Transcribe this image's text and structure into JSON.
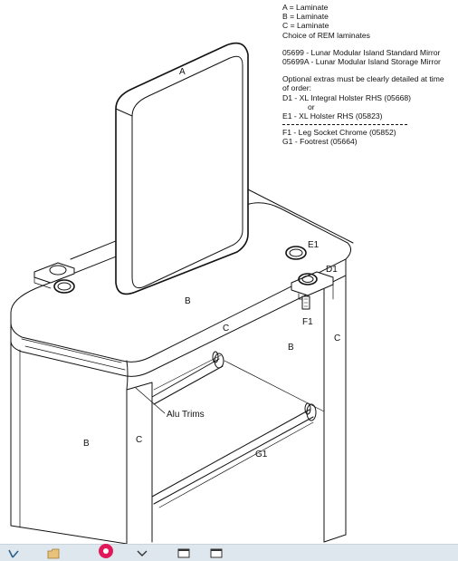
{
  "notes": {
    "lines": [
      "A = Laminate",
      "B = Laminate",
      "C = Laminate",
      "Choice of REM laminates",
      "05699 - Lunar Modular Island Standard Mirror",
      "05699A - Lunar Modular Island Storage Mirror",
      "Optional extras must be clearly detailed at time",
      "of order:",
      "D1 - XL Integral Holster RHS (05668)",
      "or",
      "E1 - XL Holster RHS (05823)",
      "F1 - Leg Socket Chrome (05852)",
      "G1 - Footrest (05664)"
    ]
  },
  "labels": {
    "mirror": "A",
    "top_panel": "B",
    "front_edge": "C",
    "rear_side": "B",
    "right_leg": "C",
    "left_side": "B",
    "left_front": "C",
    "holster_e1": "E1",
    "holster_d1": "D1",
    "leg_socket": "F1",
    "alu_trims": "Alu Trims",
    "footrest": "G1"
  },
  "taskbar": {
    "icons": [
      "start-icon",
      "folder-icon",
      "app-icon",
      "chevron-icon",
      "window-icon",
      "window-icon"
    ]
  }
}
